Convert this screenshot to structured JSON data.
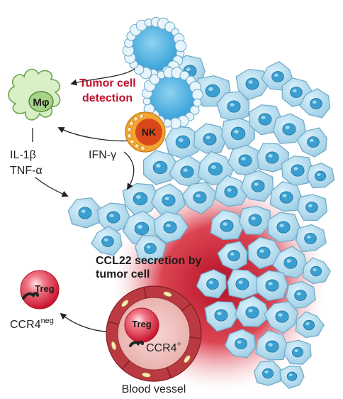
{
  "labels": {
    "tumor_detection_line1": "Tumor cell",
    "tumor_detection_line2": "detection",
    "macrophage": "Mφ",
    "nk": "NK",
    "ifn": "IFN-γ",
    "il1b": "IL-1β",
    "tnfa": "TNF-α",
    "ccl22_line1": "CCL22 secretion by",
    "ccl22_line2": "tumor cell",
    "treg_outside": "Treg",
    "ccr4neg": "CCR4",
    "ccr4neg_sup": "neg",
    "treg_inside": "Treg",
    "ccr4pos": "CCR4",
    "ccr4pos_sup": "+",
    "blood_vessel": "Blood vessel"
  },
  "colors": {
    "tumor_cell_fill": "#c2e6f3",
    "tumor_cell_stroke": "#6fa9c6",
    "nucleus": "#3a9fd0",
    "gradient_red": "#c0122a",
    "macrophage_fill": "#d9efc6",
    "nk_outer": "#f2a531",
    "nk_inner": "#d9481b",
    "treg_red": "#d41e36",
    "vessel_wall": "#bb3a41",
    "label_red": "#c0122a"
  }
}
